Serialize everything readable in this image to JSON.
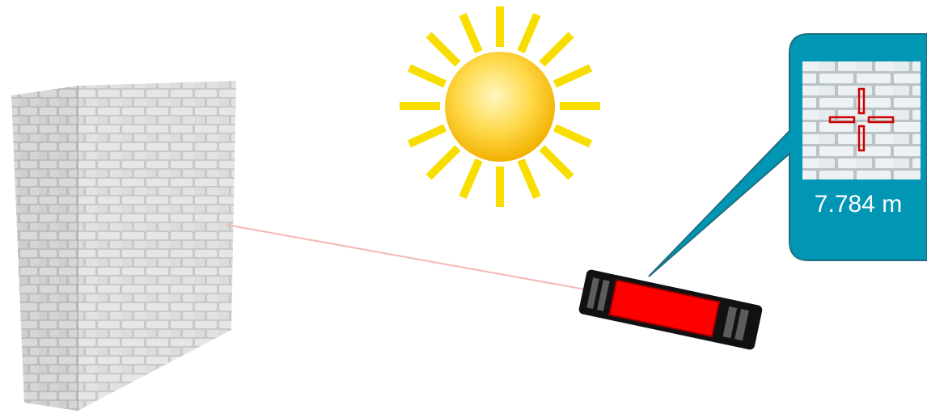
{
  "scene": {
    "objects": {
      "wall": "brick-wall",
      "sun": "sun-icon",
      "device": "laser-rangefinder-icon",
      "viewfinder": "crosshair-icon"
    },
    "callout": {
      "distance_value": "7.784",
      "unit": "m",
      "text": "7.784 m"
    },
    "colors": {
      "callout_bg": "#0096b4",
      "callout_border": "#1f6f80",
      "sun_rays": "#f7de00",
      "sun_core": "#ffe066",
      "laser_beam": "#f4b7b1",
      "device_body": "#111111",
      "device_panel": "#ff0000",
      "crosshair": "#d00000"
    }
  }
}
